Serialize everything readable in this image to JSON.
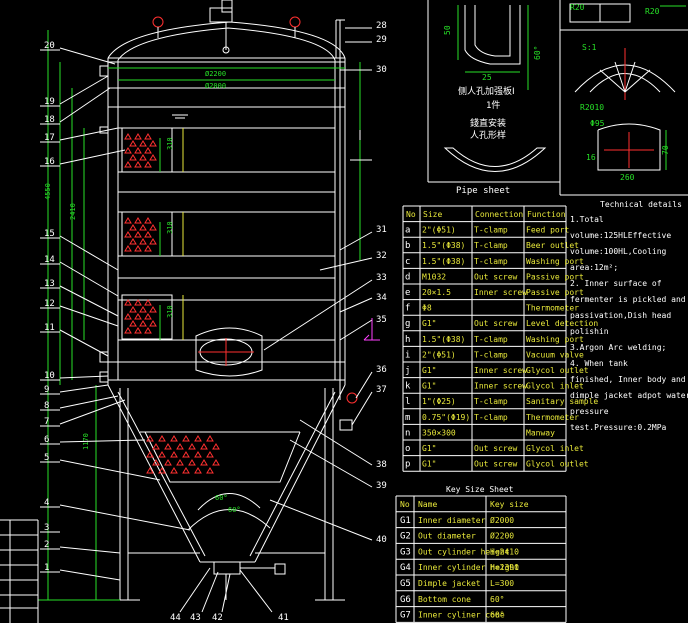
{
  "callouts_left": [
    "20",
    "19",
    "18",
    "17",
    "16",
    "15",
    "14",
    "13",
    "12",
    "11",
    "10",
    "9",
    "8",
    "7",
    "6",
    "5",
    "4",
    "3",
    "2",
    "1"
  ],
  "callouts_right": [
    "28",
    "29",
    "30",
    "31",
    "32",
    "33",
    "34",
    "35",
    "36",
    "37",
    "38",
    "39",
    "40"
  ],
  "callouts_bottom": [
    "44",
    "43",
    "42",
    "41"
  ],
  "dims": {
    "d1": "Ø2200",
    "d2": "Ø2000",
    "a60": "60°",
    "a60b": "60°"
  },
  "detail_labels": {
    "top_title1": "侧人孔加强板Ⅰ",
    "top_title2": "1件",
    "top_title3": "錢直安装",
    "top_title4": "人孔形样",
    "pipe_sheet": "Pipe sheet"
  },
  "technical": {
    "title": "Technical details",
    "lines": [
      "1.Total",
      "volume:125HLEffective",
      "volume:100HL,Cooling",
      "area:12m²;",
      "2. Inner surface of",
      "fermenter is pickled and",
      "passivation,Dish head",
      "polishin",
      "3.Argon Arc welding;",
      "4. When tank",
      "finished, Inner body and",
      "dimple jacket adpot water",
      "pressure",
      "test.Pressure:0.2MPa"
    ]
  },
  "pipe_table": {
    "headers": [
      "No",
      "Size",
      "Connection",
      "Function"
    ],
    "rows": [
      [
        "a",
        "2\"(Φ51)",
        "T-clamp",
        "Feed port"
      ],
      [
        "b",
        "1.5\"(Φ38)",
        "T-clamp",
        "Beer outlet"
      ],
      [
        "c",
        "1.5\"(Φ38)",
        "T-clamp",
        "Washing port"
      ],
      [
        "d",
        "M1032",
        "Out screw",
        "Passive port"
      ],
      [
        "e",
        "20×1.5",
        "Inner screw",
        "Passive port"
      ],
      [
        "f",
        "Φ8",
        "",
        "Thermometer"
      ],
      [
        "g",
        "G1\"",
        "Out screw",
        "Level detection"
      ],
      [
        "h",
        "1.5\"(Φ38)",
        "T-clamp",
        "Washing port"
      ],
      [
        "i",
        "2\"(Φ51)",
        "T-clamp",
        "Vacuum valve"
      ],
      [
        "j",
        "G1\"",
        "Inner screw",
        "Glycol outlet"
      ],
      [
        "k",
        "G1\"",
        "Inner screw",
        "Glycol inlet"
      ],
      [
        "l",
        "1\"(Φ25)",
        "T-clamp",
        "Sanitary sample"
      ],
      [
        "m",
        "0.75\"(Φ19)",
        "T-clamp",
        "Thermometer"
      ],
      [
        "n",
        "350×300",
        "",
        "Manway"
      ],
      [
        "o",
        "G1\"",
        "Out screw",
        "Glycol inlet"
      ],
      [
        "p",
        "G1\"",
        "Out screw",
        "Glycol outlet"
      ]
    ]
  },
  "key_size": {
    "title": "Key Size Sheet",
    "headers": [
      "No",
      "Name",
      "Key size"
    ],
    "rows": [
      [
        "G1",
        "Inner diameter",
        "Ø2000"
      ],
      [
        "G2",
        "Out diameter",
        "Ø2200"
      ],
      [
        "G3",
        "Out cylinder height",
        "H=2410"
      ],
      [
        "G4",
        "Inner cylinder height",
        "H=2390"
      ],
      [
        "G5",
        "Dimple jacket",
        "L=300"
      ],
      [
        "G6",
        "Bottom cone",
        "60°"
      ],
      [
        "G7",
        "Inner cyliner cone",
        "60°"
      ]
    ]
  }
}
